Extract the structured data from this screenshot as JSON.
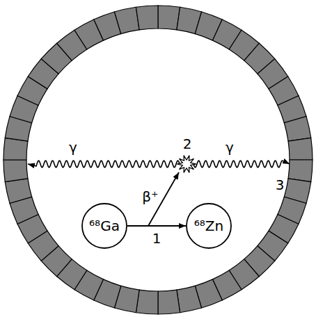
{
  "diagram": {
    "nodes": [
      {
        "text": [
          "⁶⁸Ga"
        ]
      },
      {
        "text": [
          "⁶⁸Zn"
        ]
      }
    ],
    "edges": [
      {
        "from": 0,
        "to": 1,
        "arrow": "to",
        "label": "1"
      }
    ],
    "labels": [
      "γ",
      "γ",
      "β⁺",
      "2",
      "3"
    ]
  }
}
